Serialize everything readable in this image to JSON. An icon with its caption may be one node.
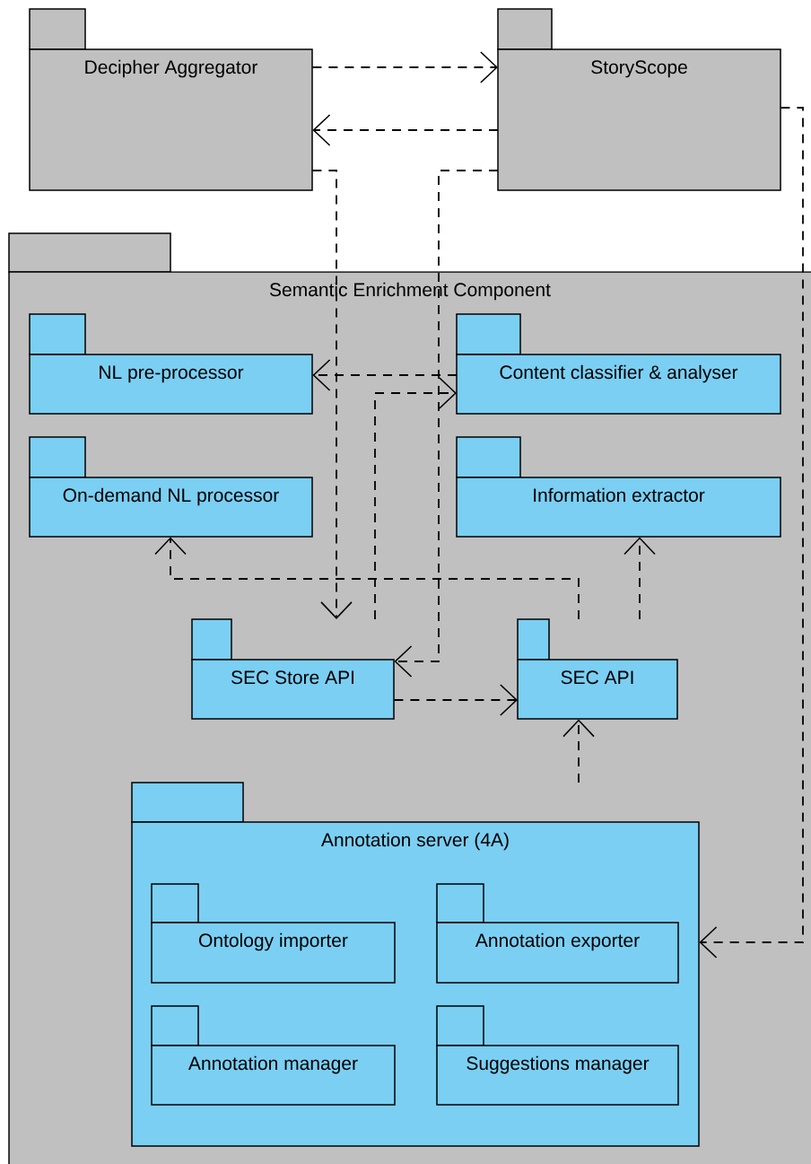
{
  "diagram": {
    "nodes": [
      {
        "text": [
          "Decipher Aggregator"
        ]
      },
      {
        "text": [
          "StoryScope"
        ]
      },
      {
        "text": [
          "Semantic Enrichment Component"
        ]
      },
      {
        "text": [
          "NL pre-processor"
        ],
        "in": 2
      },
      {
        "text": [
          "Content classifier & analyser"
        ],
        "in": 2
      },
      {
        "text": [
          "On-demand NL processor"
        ],
        "in": 2
      },
      {
        "text": [
          "Information extractor"
        ],
        "in": 2
      },
      {
        "text": [
          "SEC Store API"
        ],
        "in": 2
      },
      {
        "text": [
          "SEC API"
        ],
        "in": 2
      },
      {
        "text": [
          "Annotation server (4A)"
        ],
        "in": 2
      },
      {
        "text": [
          "Ontology importer"
        ],
        "in": 9
      },
      {
        "text": [
          "Annotation exporter"
        ],
        "in": 9
      },
      {
        "text": [
          "Annotation manager"
        ],
        "in": 9
      },
      {
        "text": [
          "Suggestions manager"
        ],
        "in": 9
      }
    ],
    "edges": [
      {
        "from": 0,
        "to": 1,
        "arrow": "to"
      },
      {
        "from": 1,
        "to": 0,
        "arrow": "to"
      },
      {
        "from": 0,
        "to": 7,
        "arrow": "to"
      },
      {
        "from": 1,
        "to": 7,
        "arrow": "to"
      },
      {
        "from": 4,
        "to": 3,
        "arrow": "to"
      },
      {
        "from": 7,
        "to": 4,
        "arrow": "to"
      },
      {
        "from": 8,
        "to": 5,
        "arrow": "to"
      },
      {
        "from": 8,
        "to": 6,
        "arrow": "to"
      },
      {
        "from": 7,
        "to": 8,
        "arrow": "to"
      },
      {
        "from": 9,
        "to": 8,
        "arrow": "to"
      },
      {
        "from": 1,
        "to": 9,
        "arrow": "to"
      }
    ]
  }
}
